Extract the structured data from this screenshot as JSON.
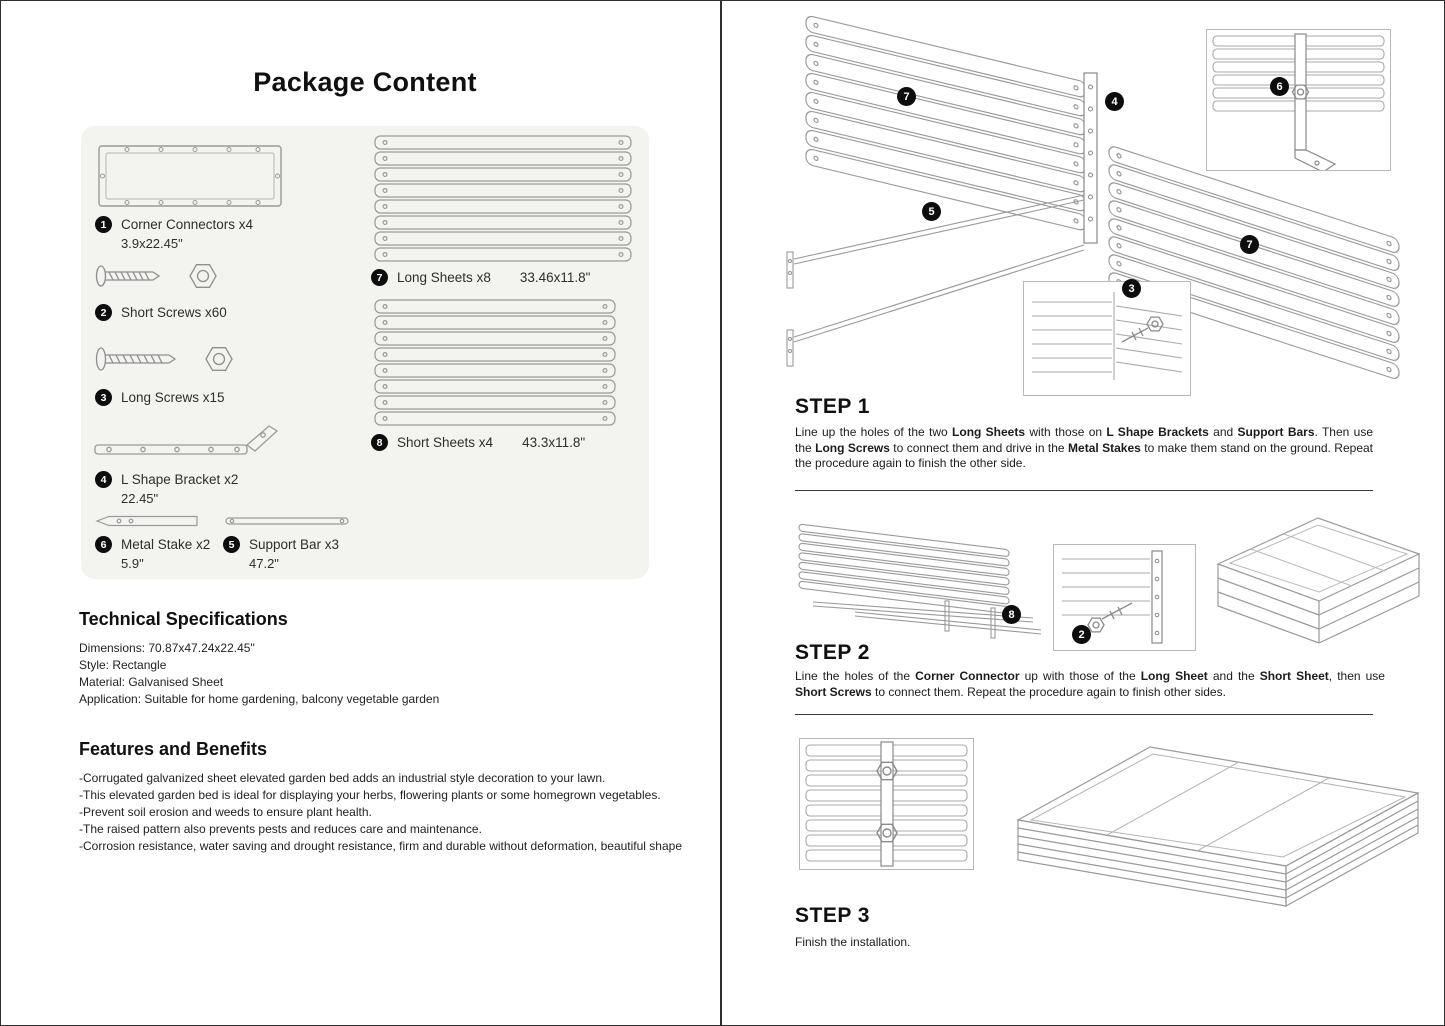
{
  "left": {
    "title": "Package Content",
    "package_items": [
      {
        "num": "1",
        "label": "Corner Connectors x4",
        "dim": "3.9x22.45\""
      },
      {
        "num": "2",
        "label": "Short Screws x60",
        "dim": ""
      },
      {
        "num": "3",
        "label": "Long Screws x15",
        "dim": ""
      },
      {
        "num": "4",
        "label": "L Shape Bracket x2",
        "dim": "22.45\""
      },
      {
        "num": "6",
        "label": "Metal Stake x2",
        "dim": "5.9\""
      },
      {
        "num": "5",
        "label": "Support Bar x3",
        "dim": "47.2\""
      },
      {
        "num": "7",
        "label": "Long Sheets x8",
        "dim": "33.46x11.8\""
      },
      {
        "num": "8",
        "label": "Short Sheets x4",
        "dim": "43.3x11.8\""
      }
    ],
    "tech_specs": {
      "title": "Technical Specifications",
      "rows": [
        "Dimensions:  70.87x47.24x22.45\"",
        "Style: Rectangle",
        "Material: Galvanised Sheet",
        "Application: Suitable for home gardening, balcony vegetable garden"
      ]
    },
    "features": {
      "title": "Features and Benefits",
      "items": [
        "-Corrugated galvanized sheet elevated garden bed adds an industrial style decoration to your lawn.",
        "-This elevated garden bed is ideal for displaying your herbs, flowering plants or some homegrown vegetables.",
        "-Prevent soil erosion and weeds to ensure plant health.",
        "-The raised pattern also prevents pests and reduces care and maintenance.",
        "-Corrosion resistance, water saving and drought resistance, firm and durable without deformation, beautiful shape"
      ]
    }
  },
  "right": {
    "steps": [
      {
        "title": "STEP 1",
        "segments": [
          {
            "t": "Line up the holes of the two "
          },
          {
            "t": "Long Sheets",
            "b": true
          },
          {
            "t": " with those on "
          },
          {
            "t": "L Shape Brackets",
            "b": true
          },
          {
            "t": " and "
          },
          {
            "t": "Support Bars",
            "b": true
          },
          {
            "t": ". Then use the "
          },
          {
            "t": "Long Screws",
            "b": true
          },
          {
            "t": " to connect them and drive in the "
          },
          {
            "t": "Metal Stakes",
            "b": true
          },
          {
            "t": " to make them stand on the ground. Repeat the procedure again to finish the other side."
          }
        ]
      },
      {
        "title": "STEP 2",
        "segments": [
          {
            "t": "Line the holes of the "
          },
          {
            "t": "Corner Connector",
            "b": true
          },
          {
            "t": " up with those of the "
          },
          {
            "t": "Long Sheet",
            "b": true
          },
          {
            "t": " and the "
          },
          {
            "t": "Short Sheet",
            "b": true
          },
          {
            "t": ", then use "
          },
          {
            "t": "Short Screws",
            "b": true
          },
          {
            "t": " to connect them. Repeat the procedure again to finish other sides."
          }
        ]
      },
      {
        "title": "STEP 3",
        "segments": [
          {
            "t": "Finish the installation."
          }
        ]
      }
    ],
    "callouts": {
      "step1": [
        "7",
        "4",
        "6",
        "5",
        "3",
        "7"
      ],
      "step2": [
        "8",
        "2"
      ]
    }
  },
  "colors": {
    "badge_bg": "#0d0d0d",
    "line_art": "#9a9a9a",
    "package_box_bg": "#f3f3f0"
  }
}
